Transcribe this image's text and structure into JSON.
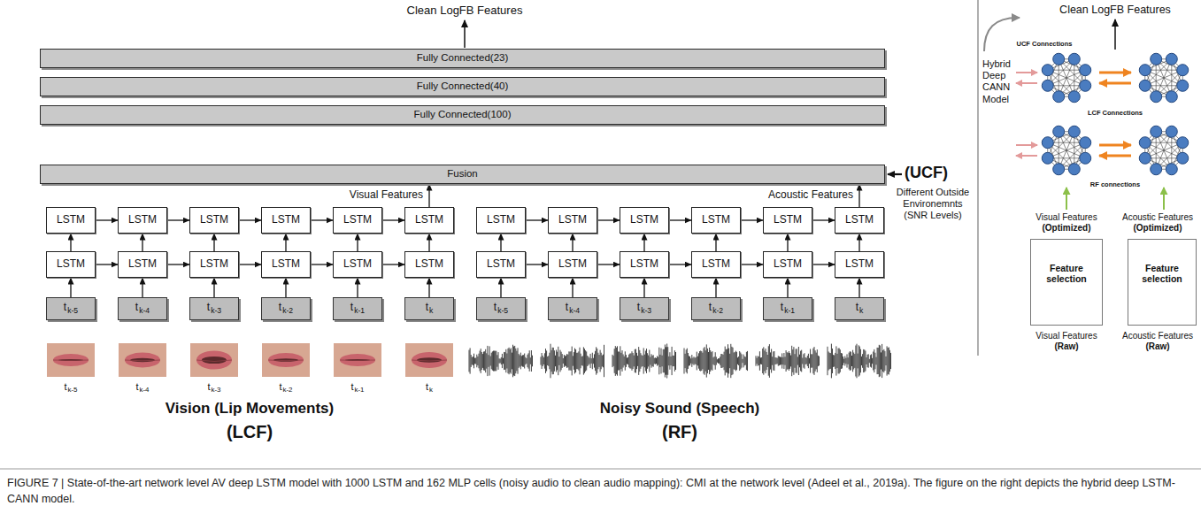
{
  "diagram": {
    "caption": "FIGURE 7 | State-of-the-art network level AV deep LSTM model with 1000 LSTM and 162 MLP cells (noisy audio to clean audio mapping): CMI at the network level (Adeel et al., 2019a). The figure on the right depicts the hybrid deep LSTM-CANN model.",
    "nodes": [
      {
        "text": [
          "Fully Connected(23)"
        ]
      },
      {
        "text": [
          "Fully Connected(40)"
        ]
      },
      {
        "text": [
          "Fully Connected(100)"
        ]
      },
      {
        "text": [
          "Fusion"
        ]
      },
      {
        "text": [
          "LSTM"
        ]
      },
      {
        "text": [
          "LSTM"
        ]
      },
      {
        "text": [
          "LSTM"
        ]
      },
      {
        "text": [
          "LSTM"
        ]
      },
      {
        "text": [
          "LSTM"
        ]
      },
      {
        "text": [
          "LSTM"
        ]
      },
      {
        "text": [
          "LSTM"
        ]
      },
      {
        "text": [
          "LSTM"
        ]
      },
      {
        "text": [
          "LSTM"
        ]
      },
      {
        "text": [
          "LSTM"
        ]
      },
      {
        "text": [
          "LSTM"
        ]
      },
      {
        "text": [
          "LSTM"
        ]
      },
      {
        "text": [
          "tk-5"
        ]
      },
      {
        "text": [
          "tk-4"
        ]
      },
      {
        "text": [
          "tk-3"
        ]
      },
      {
        "text": [
          "tk-2"
        ]
      },
      {
        "text": [
          "tk-1"
        ]
      },
      {
        "text": [
          "tk"
        ]
      },
      {
        "text": [
          "LSTM"
        ]
      },
      {
        "text": [
          "LSTM"
        ]
      },
      {
        "text": [
          "LSTM"
        ]
      },
      {
        "text": [
          "LSTM"
        ]
      },
      {
        "text": [
          "LSTM"
        ]
      },
      {
        "text": [
          "LSTM"
        ]
      },
      {
        "text": [
          "LSTM"
        ]
      },
      {
        "text": [
          "LSTM"
        ]
      },
      {
        "text": [
          "LSTM"
        ]
      },
      {
        "text": [
          "LSTM"
        ]
      },
      {
        "text": [
          "LSTM"
        ]
      },
      {
        "text": [
          "LSTM"
        ]
      },
      {
        "text": [
          "tk-5"
        ]
      },
      {
        "text": [
          "tk-4"
        ]
      },
      {
        "text": [
          "tk-3"
        ]
      },
      {
        "text": [
          "tk-2"
        ]
      },
      {
        "text": [
          "tk-1"
        ]
      },
      {
        "text": [
          "tk"
        ]
      },
      {
        "text": [
          "Feature selection"
        ]
      },
      {
        "text": [
          "Feature selection"
        ]
      }
    ],
    "edges": [
      {
        "from": 4,
        "to": 5,
        "arrow": "to"
      },
      {
        "from": 5,
        "to": 6,
        "arrow": "to"
      },
      {
        "from": 6,
        "to": 7,
        "arrow": "to"
      },
      {
        "from": 7,
        "to": 8,
        "arrow": "to"
      },
      {
        "from": 8,
        "to": 9,
        "arrow": "to"
      },
      {
        "from": 10,
        "to": 11,
        "arrow": "to"
      },
      {
        "from": 11,
        "to": 12,
        "arrow": "to"
      },
      {
        "from": 12,
        "to": 13,
        "arrow": "to"
      },
      {
        "from": 13,
        "to": 14,
        "arrow": "to"
      },
      {
        "from": 14,
        "to": 15,
        "arrow": "to"
      },
      {
        "from": 16,
        "to": 10,
        "arrow": "to"
      },
      {
        "from": 17,
        "to": 11,
        "arrow": "to"
      },
      {
        "from": 18,
        "to": 12,
        "arrow": "to"
      },
      {
        "from": 19,
        "to": 13,
        "arrow": "to"
      },
      {
        "from": 20,
        "to": 14,
        "arrow": "to"
      },
      {
        "from": 21,
        "to": 15,
        "arrow": "to"
      },
      {
        "from": 10,
        "to": 4,
        "arrow": "to"
      },
      {
        "from": 11,
        "to": 5,
        "arrow": "to"
      },
      {
        "from": 12,
        "to": 6,
        "arrow": "to"
      },
      {
        "from": 13,
        "to": 7,
        "arrow": "to"
      },
      {
        "from": 14,
        "to": 8,
        "arrow": "to"
      },
      {
        "from": 15,
        "to": 9,
        "arrow": "to"
      },
      {
        "from": 9,
        "to": 3,
        "arrow": "to"
      },
      {
        "from": 22,
        "to": 23,
        "arrow": "to"
      },
      {
        "from": 23,
        "to": 24,
        "arrow": "to"
      },
      {
        "from": 24,
        "to": 25,
        "arrow": "to"
      },
      {
        "from": 25,
        "to": 26,
        "arrow": "to"
      },
      {
        "from": 26,
        "to": 27,
        "arrow": "to"
      },
      {
        "from": 28,
        "to": 29,
        "arrow": "to"
      },
      {
        "from": 29,
        "to": 30,
        "arrow": "to"
      },
      {
        "from": 30,
        "to": 31,
        "arrow": "to"
      },
      {
        "from": 31,
        "to": 32,
        "arrow": "to"
      },
      {
        "from": 32,
        "to": 33,
        "arrow": "to"
      },
      {
        "from": 34,
        "to": 28,
        "arrow": "to"
      },
      {
        "from": 35,
        "to": 29,
        "arrow": "to"
      },
      {
        "from": 36,
        "to": 30,
        "arrow": "to"
      },
      {
        "from": 37,
        "to": 31,
        "arrow": "to"
      },
      {
        "from": 38,
        "to": 32,
        "arrow": "to"
      },
      {
        "from": 39,
        "to": 33,
        "arrow": "to"
      },
      {
        "from": 28,
        "to": 22,
        "arrow": "to"
      },
      {
        "from": 29,
        "to": 23,
        "arrow": "to"
      },
      {
        "from": 30,
        "to": 24,
        "arrow": "to"
      },
      {
        "from": 31,
        "to": 25,
        "arrow": "to"
      },
      {
        "from": 32,
        "to": 26,
        "arrow": "to"
      },
      {
        "from": 33,
        "to": 27,
        "arrow": "to"
      },
      {
        "from": 27,
        "to": 3,
        "arrow": "to"
      }
    ],
    "labels": [
      "Clean LogFB Features",
      "Visual Features",
      "Acoustic Features",
      "(UCF)",
      "Different Outside Environemnts (SNR Levels)",
      "tk-5",
      "tk-4",
      "tk-3",
      "tk-2",
      "tk-1",
      "tk",
      "Vision (Lip Movements)",
      "(LCF)",
      "Noisy Sound (Speech)",
      "(RF)",
      "Clean LogFB Features",
      "Hybrid Deep CANN Model",
      "UCF Connections",
      "LCF Connections",
      "RF connections",
      "Visual Features",
      "(Optimized)",
      "Acoustic Features",
      "(Optimized)",
      "Visual Features",
      "(Raw)",
      "Acoustic Features",
      "(Raw)"
    ]
  }
}
